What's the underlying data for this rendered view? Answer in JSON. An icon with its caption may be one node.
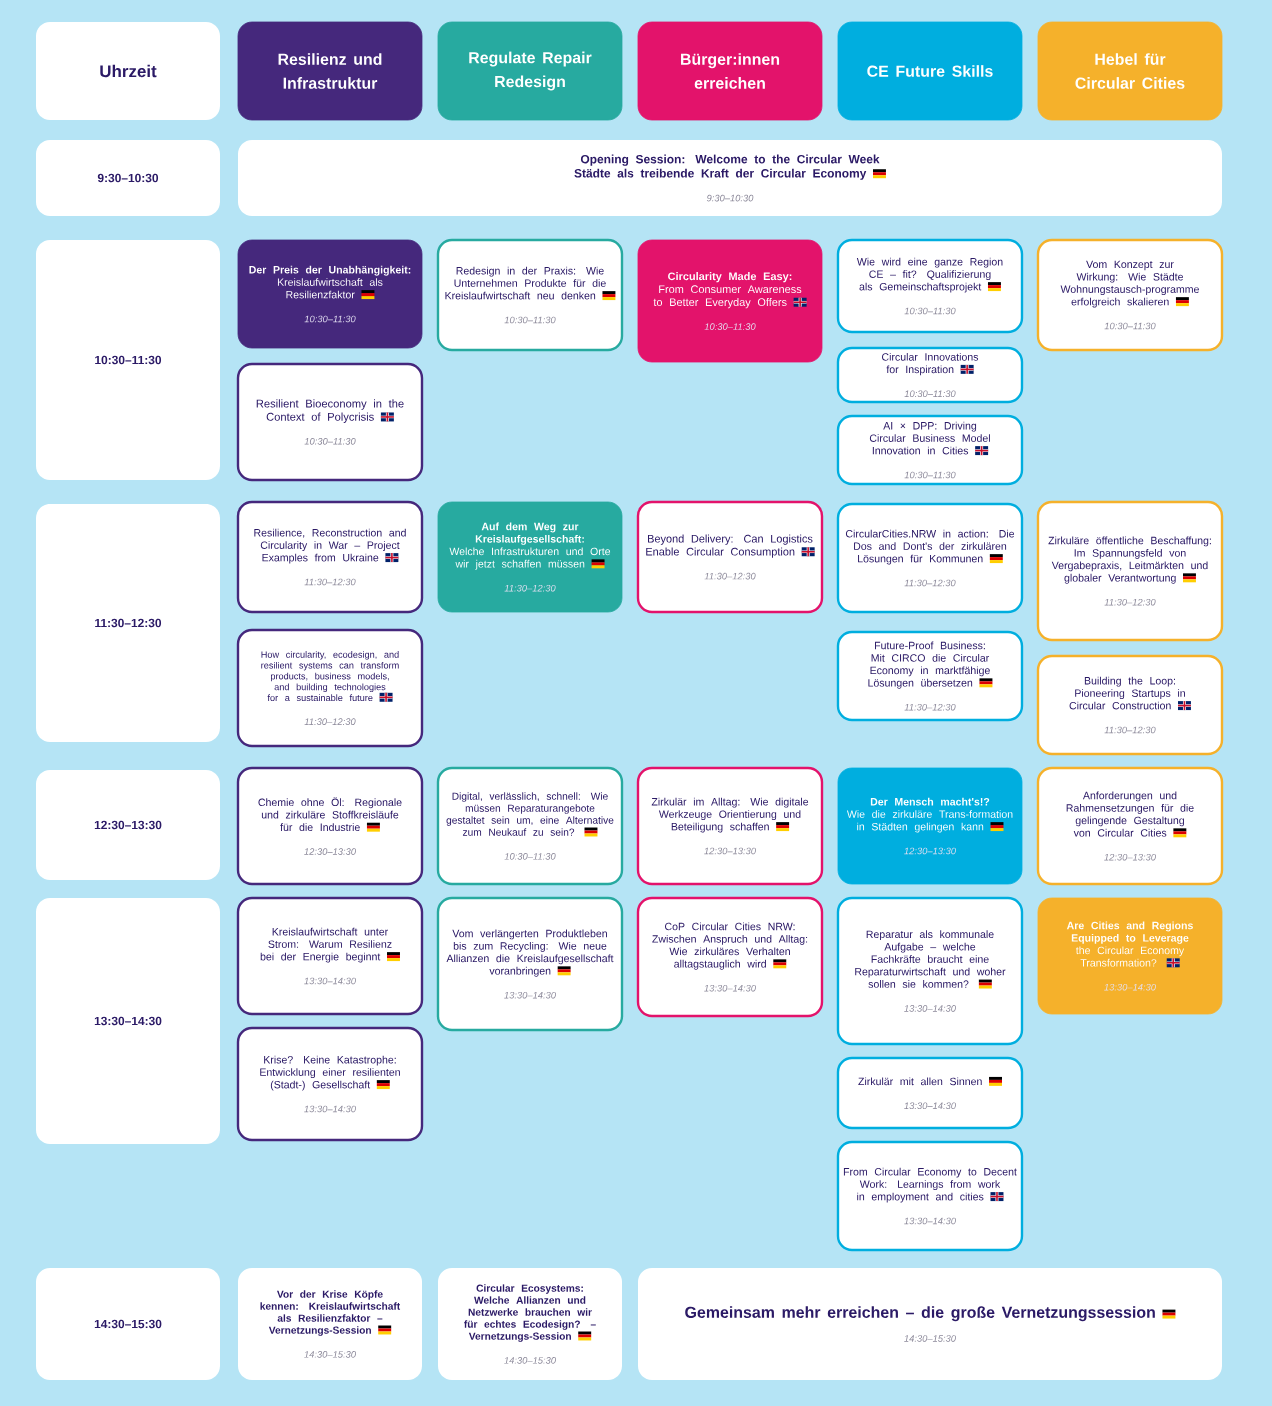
{
  "diagram": {
    "nodes": [
      {
        "text": [
          "Uhrzeit"
        ]
      },
      {
        "text": [
          "Resilienz und Infrastruktur"
        ]
      },
      {
        "text": [
          "Regulate Repair Redesign"
        ]
      },
      {
        "text": [
          "Bürger:innen erreichen"
        ]
      },
      {
        "text": [
          "CE Future Skills"
        ]
      },
      {
        "text": [
          "Hebel für Circular Cities"
        ]
      },
      {
        "text": [
          "9:30–10:30"
        ]
      },
      {
        "text": [
          "Opening Session: Welcome to the Circular Week",
          "Städte als treibende Kraft der Circular Economy",
          "9:30–10:30"
        ]
      },
      {
        "text": [
          "10:30–11:30"
        ]
      },
      {
        "text": [
          "Der Preis der Unabhängigkeit:",
          "Kreislaufwirtschaft als Resilienzfaktor",
          "10:30–11:30"
        ]
      },
      {
        "text": [
          "Resilient Bioeconomy in the Context of Polycrisis",
          "10:30–11:30"
        ]
      },
      {
        "text": [
          "Redesign in der Praxis: Wie Unternehmen Produkte für die Kreislaufwirtschaft neu denken",
          "10:30–11:30"
        ]
      },
      {
        "text": [
          "Circularity Made Easy:",
          "From Consumer Awareness to Better Everyday Offers",
          "10:30–11:30"
        ]
      },
      {
        "text": [
          "Wie wird eine ganze Region CE – fit? Qualifizierung als Gemeinschaftsprojekt",
          "10:30–11:30"
        ]
      },
      {
        "text": [
          "Circular Innovations for Inspiration",
          "10:30–11:30"
        ]
      },
      {
        "text": [
          "AI × DPP: Driving Circular Business Model Innovation in Cities",
          "10:30–11:30"
        ]
      },
      {
        "text": [
          "Vom Konzept zur Wirkung: Wie Städte Wohnungstausch-programme erfolgreich skalieren",
          "10:30–11:30"
        ]
      },
      {
        "text": [
          "11:30–12:30"
        ]
      },
      {
        "text": [
          "Resilience, Reconstruction and Circularity in War – Project Examples from Ukraine",
          "11:30–12:30"
        ]
      },
      {
        "text": [
          "How circularity, ecodesign, and resilient systems can transform products, business models, and building technologies for a sustainable future",
          "11:30–12:30"
        ]
      },
      {
        "text": [
          "Auf dem Weg zur Kreislaufgesellschaft:",
          "Welche Infrastrukturen und Orte wir jetzt schaffen müssen",
          "11:30–12:30"
        ]
      },
      {
        "text": [
          "Beyond Delivery: Can Logistics Enable Circular Consumption",
          "11:30–12:30"
        ]
      },
      {
        "text": [
          "CircularCities.NRW in action: Die Dos and Dont's der zirkulären Lösungen für Kommunen",
          "11:30–12:30"
        ]
      },
      {
        "text": [
          "Future-Proof Business: Mit CIRCO die Circular Economy in marktfähige Lösungen übersetzen",
          "11:30–12:30"
        ]
      },
      {
        "text": [
          "Zirkuläre öffentliche Beschaffung: Im Spannungsfeld von Vergabepraxis, Leitmärkten und globaler Verantwortung",
          "11:30–12:30"
        ]
      },
      {
        "text": [
          "Building the Loop: Pioneering Startups in Circular Construction",
          "11:30–12:30"
        ]
      },
      {
        "text": [
          "12:30–13:30"
        ]
      },
      {
        "text": [
          "Chemie ohne Öl: Regionale und zirkuläre Stoffkreisläufe für die Industrie",
          "12:30–13:30"
        ]
      },
      {
        "text": [
          "Digital, verlässlich, schnell: Wie müssen Reparaturangebote gestaltet sein um, eine Alternative zum Neukauf zu sein?",
          "10:30–11:30"
        ]
      },
      {
        "text": [
          "Zirkulär im Alltag: Wie digitale Werkzeuge Orientierung und Beteiligung schaffen",
          "12:30–13:30"
        ]
      },
      {
        "text": [
          "Der Mensch macht's!?",
          "Wie die zirkuläre Trans-formation in Städten gelingen kann",
          "12:30–13:30"
        ]
      },
      {
        "text": [
          "Anforderungen und Rahmensetzungen für die gelingende Gestaltung von Circular Cities",
          "12:30–13:30"
        ]
      },
      {
        "text": [
          "13:30–14:30"
        ]
      },
      {
        "text": [
          "Kreislaufwirtschaft unter Strom: Warum Resilienz bei der Energie beginnt",
          "13:30–14:30"
        ]
      },
      {
        "text": [
          "Krise? Keine Katastrophe: Entwicklung einer resilienten (Stadt-) Gesellschaft",
          "13:30–14:30"
        ]
      },
      {
        "text": [
          "Vom verlängerten Produktleben bis zum Recycling: Wie neue Allianzen die Kreislaufgesellschaft voranbringen",
          "13:30–14:30"
        ]
      },
      {
        "text": [
          "CoP Circular Cities NRW: Zwischen Anspruch und Alltag: Wie zirkuläres Verhalten alltagstauglich wird",
          "13:30–14:30"
        ]
      },
      {
        "text": [
          "Reparatur als kommunale Aufgabe – welche Fachkräfte braucht eine Reparaturwirtschaft und woher sollen sie kommen?",
          "13:30–14:30"
        ]
      },
      {
        "text": [
          "Zirkulär mit allen Sinnen",
          "13:30–14:30"
        ]
      },
      {
        "text": [
          "From Circular Economy to Decent Work: Learnings from work in employment and cities",
          "13:30–14:30"
        ]
      },
      {
        "text": [
          "Are Cities and Regions Equipped to Leverage",
          "the Circular Economy Transformation?",
          "13:30–14:30"
        ]
      },
      {
        "text": [
          "14:30–15:30"
        ]
      },
      {
        "text": [
          "Vor der Krise Köpfe kennen: Kreislaufwirtschaft als Resilienzfaktor – Vernetzungs-Session",
          "14:30–15:30"
        ]
      },
      {
        "text": [
          "Circular Ecosystems: Welche Allianzen und Netzwerke brauchen wir für echtes Ecodesign? – Vernetzungs-Session",
          "14:30–15:30"
        ]
      },
      {
        "text": [
          "Gemeinsam mehr erreichen – die große Vernetzungssession",
          "14:30–15:30"
        ]
      }
    ]
  }
}
